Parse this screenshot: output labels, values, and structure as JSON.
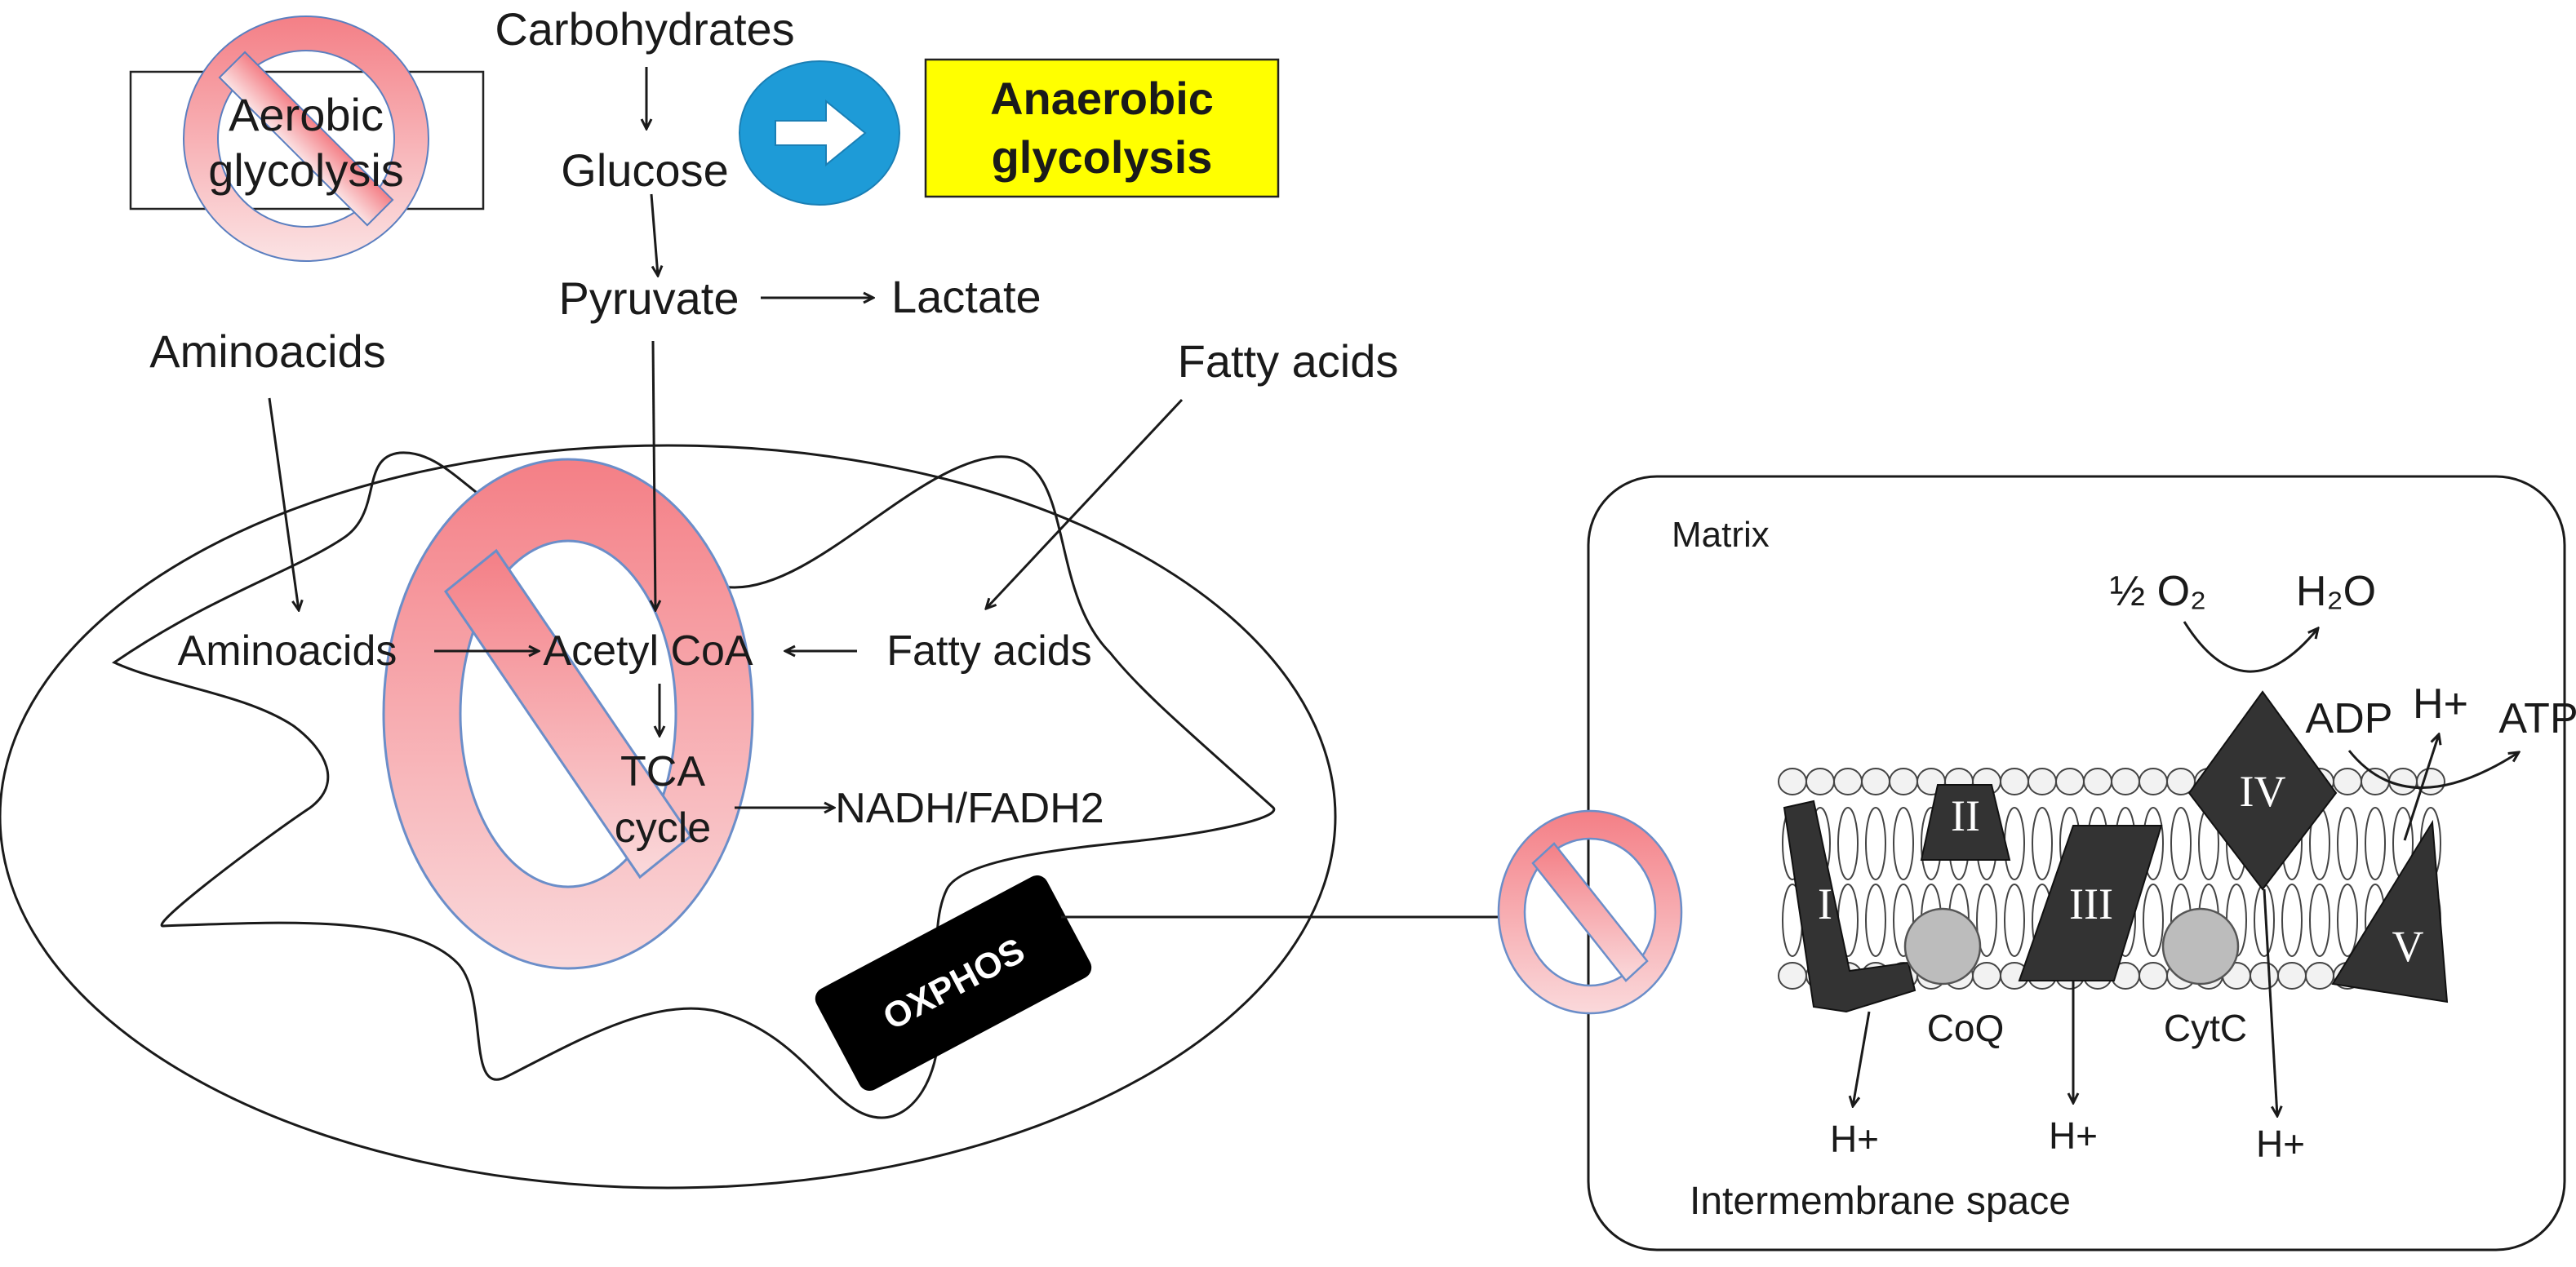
{
  "glycolysis": {
    "aerobic_line1": "Aerobic",
    "aerobic_line2": "glycolysis",
    "anaerobic_line1": "Anaerobic",
    "anaerobic_line2": "glycolysis"
  },
  "pathway": {
    "carbohydrates": "Carbohydrates",
    "glucose": "Glucose",
    "pyruvate": "Pyruvate",
    "lactate": "Lactate",
    "aminoacids_outer": "Aminoacids",
    "fatty_acids_outer": "Fatty acids"
  },
  "mitochondrion": {
    "aminoacids": "Aminoacids",
    "acetyl_coa": "Acetyl CoA",
    "fatty_acids": "Fatty acids",
    "tca_line1": "TCA",
    "tca_line2": "cycle",
    "nadh": "NADH/FADH2",
    "oxphos": "OXPHOS"
  },
  "etc": {
    "matrix": "Matrix",
    "intermembrane": "Intermembrane space",
    "half_o2": "½ O₂",
    "h2o": "H₂O",
    "adp": "ADP",
    "atp": "ATP",
    "h_plus_top": "H+",
    "h_plus_1": "H+",
    "h_plus_2": "H+",
    "h_plus_3": "H+",
    "coq": "CoQ",
    "cytc": "CytC",
    "complex_1": "I",
    "complex_2": "II",
    "complex_3": "III",
    "complex_4": "IV",
    "complex_5": "V"
  },
  "colors": {
    "prohibit_red": "#f08c90",
    "anaerobic_box": "#ffff00",
    "arrow_circle": "#1e9bd7",
    "complex_dark": "#333333",
    "oxphos_black": "#000000"
  }
}
